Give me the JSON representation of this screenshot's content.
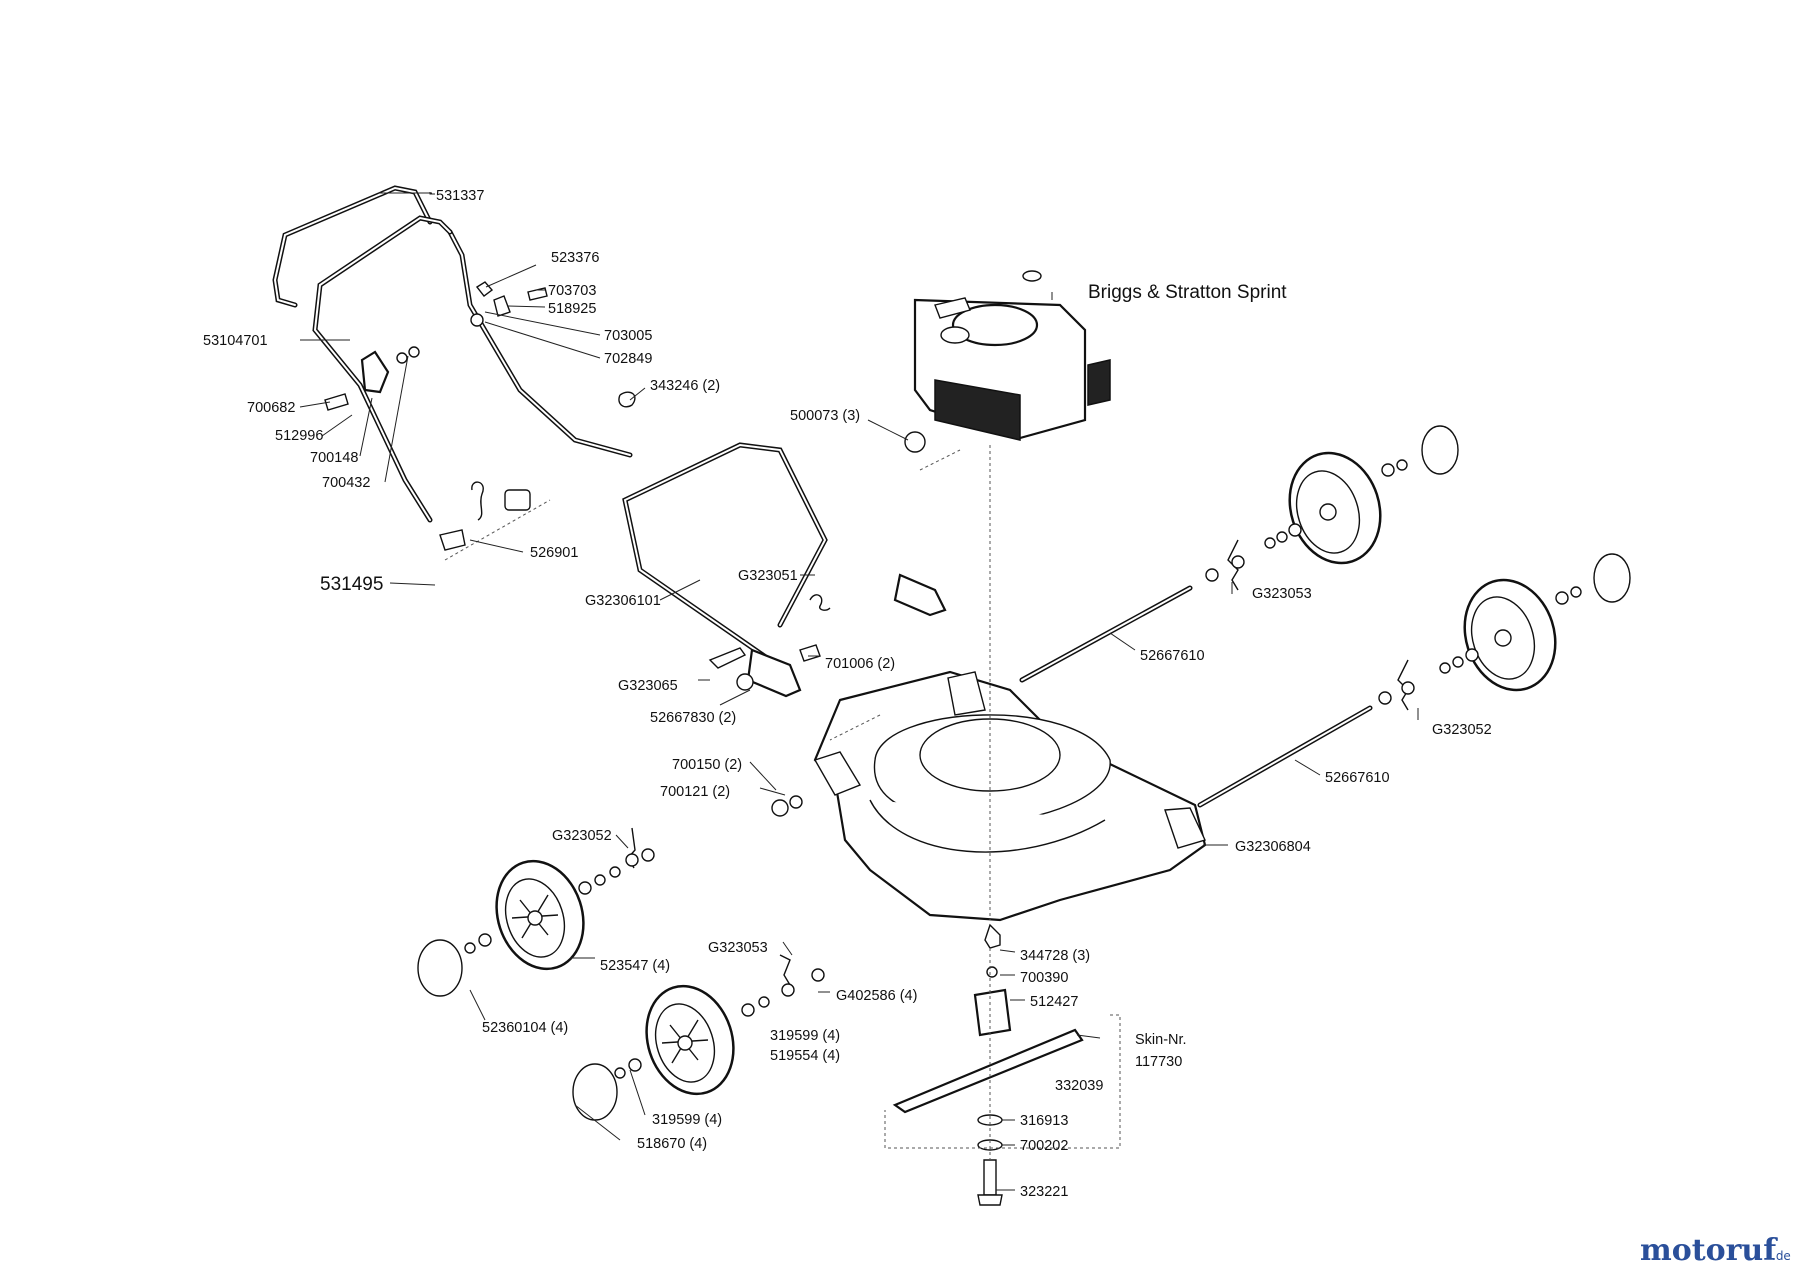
{
  "engine_label": "Briggs & Stratton Sprint",
  "skin": {
    "line1": "Skin-Nr.",
    "line2": "117730"
  },
  "labels": {
    "p531337": "531337",
    "p523376": "523376",
    "p703703": "703703",
    "p518925": "518925",
    "p53104701": "53104701",
    "p703005": "703005",
    "p702849": "702849",
    "p343246": "343246 (2)",
    "p700682": "700682",
    "p512996": "512996",
    "p700148": "700148",
    "p700432": "700432",
    "p526901": "526901",
    "p531495": "531495",
    "p500073": "500073 (3)",
    "pG323051": "G323051",
    "pG32306101": "G32306101",
    "pG323053a": "G323053",
    "p52667610a": "52667610",
    "p701006": "701006 (2)",
    "pG323065": "G323065",
    "p52667830": "52667830 (2)",
    "pG323052a": "G323052",
    "p52667610b": "52667610",
    "p700150": "700150 (2)",
    "p700121": "700121 (2)",
    "pG323052b": "G323052",
    "pG32306804": "G32306804",
    "p523547": "523547 (4)",
    "pG323053b": "G323053",
    "p344728": "344728 (3)",
    "p700390": "700390",
    "pG402586": "G402586 (4)",
    "p512427": "512427",
    "p52360104": "52360104 (4)",
    "p319599a": "319599 (4)",
    "p519554": "519554 (4)",
    "p332039": "332039",
    "p319599b": "319599 (4)",
    "p316913": "316913",
    "p518670": "518670 (4)",
    "p700202": "700202",
    "p323221": "323221"
  },
  "watermark": {
    "brand": "motoruf",
    "tld": ".de"
  },
  "colors": {
    "logo_blue": "#2a4f9a",
    "logo_orange": "#e07a1a"
  }
}
